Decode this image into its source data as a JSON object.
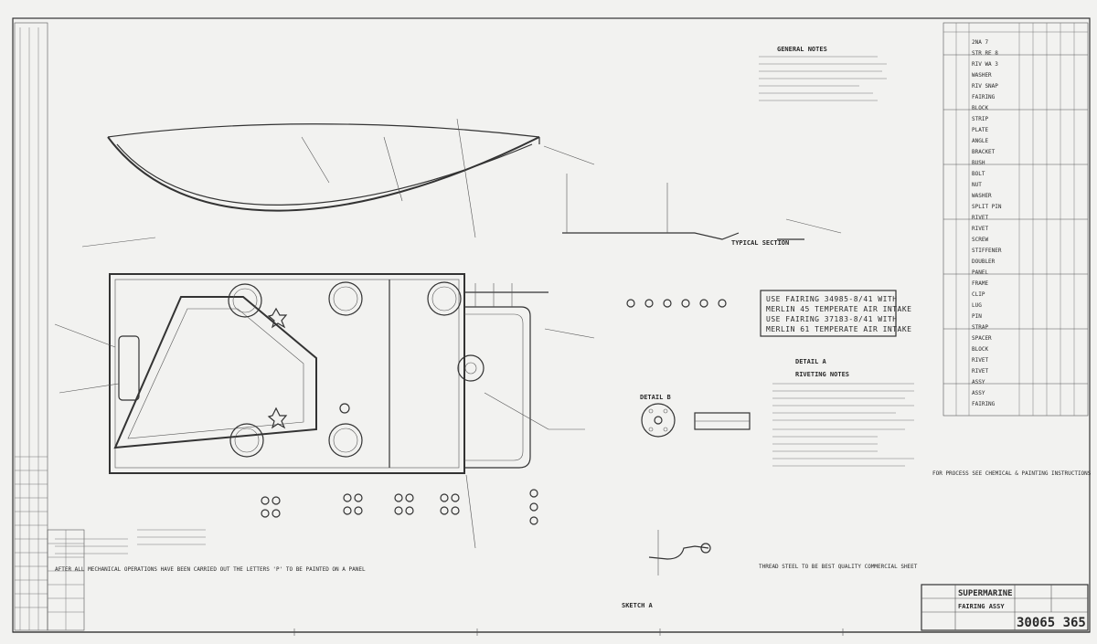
{
  "fairing_box": {
    "line1": "USE FAIRING 34985-8/41 WITH",
    "line2": "MERLIN 45 TEMPERATE AIR INTAKE",
    "line3": "USE FAIRING 37183-8/41 WITH",
    "line4": "MERLIN 61 TEMPERATE AIR INTAKE"
  },
  "section_label": "TYPICAL SECTION",
  "detail_a_label": "DETAIL A",
  "riveting_notes_label": "RIVETING NOTES",
  "sketch_a_label": "SKETCH A",
  "detail_b_label": "DETAIL B",
  "general_notes_label": "GENERAL NOTES",
  "bottom_notes": {
    "stamp": "AFTER ALL MECHANICAL OPERATIONS HAVE BEEN CARRIED OUT THE LETTERS 'P' TO BE PAINTED ON A PANEL",
    "steel": "THREAD STEEL TO BE BEST QUALITY COMMERCIAL SHEET",
    "process": "FOR PROCESS SEE CHEMICAL & PAINTING INSTRUCTIONS"
  },
  "title_block": {
    "company": "SUPERMARINE",
    "drawing_title": "FAIRING ASSY",
    "drawing_number": "30065 365"
  }
}
